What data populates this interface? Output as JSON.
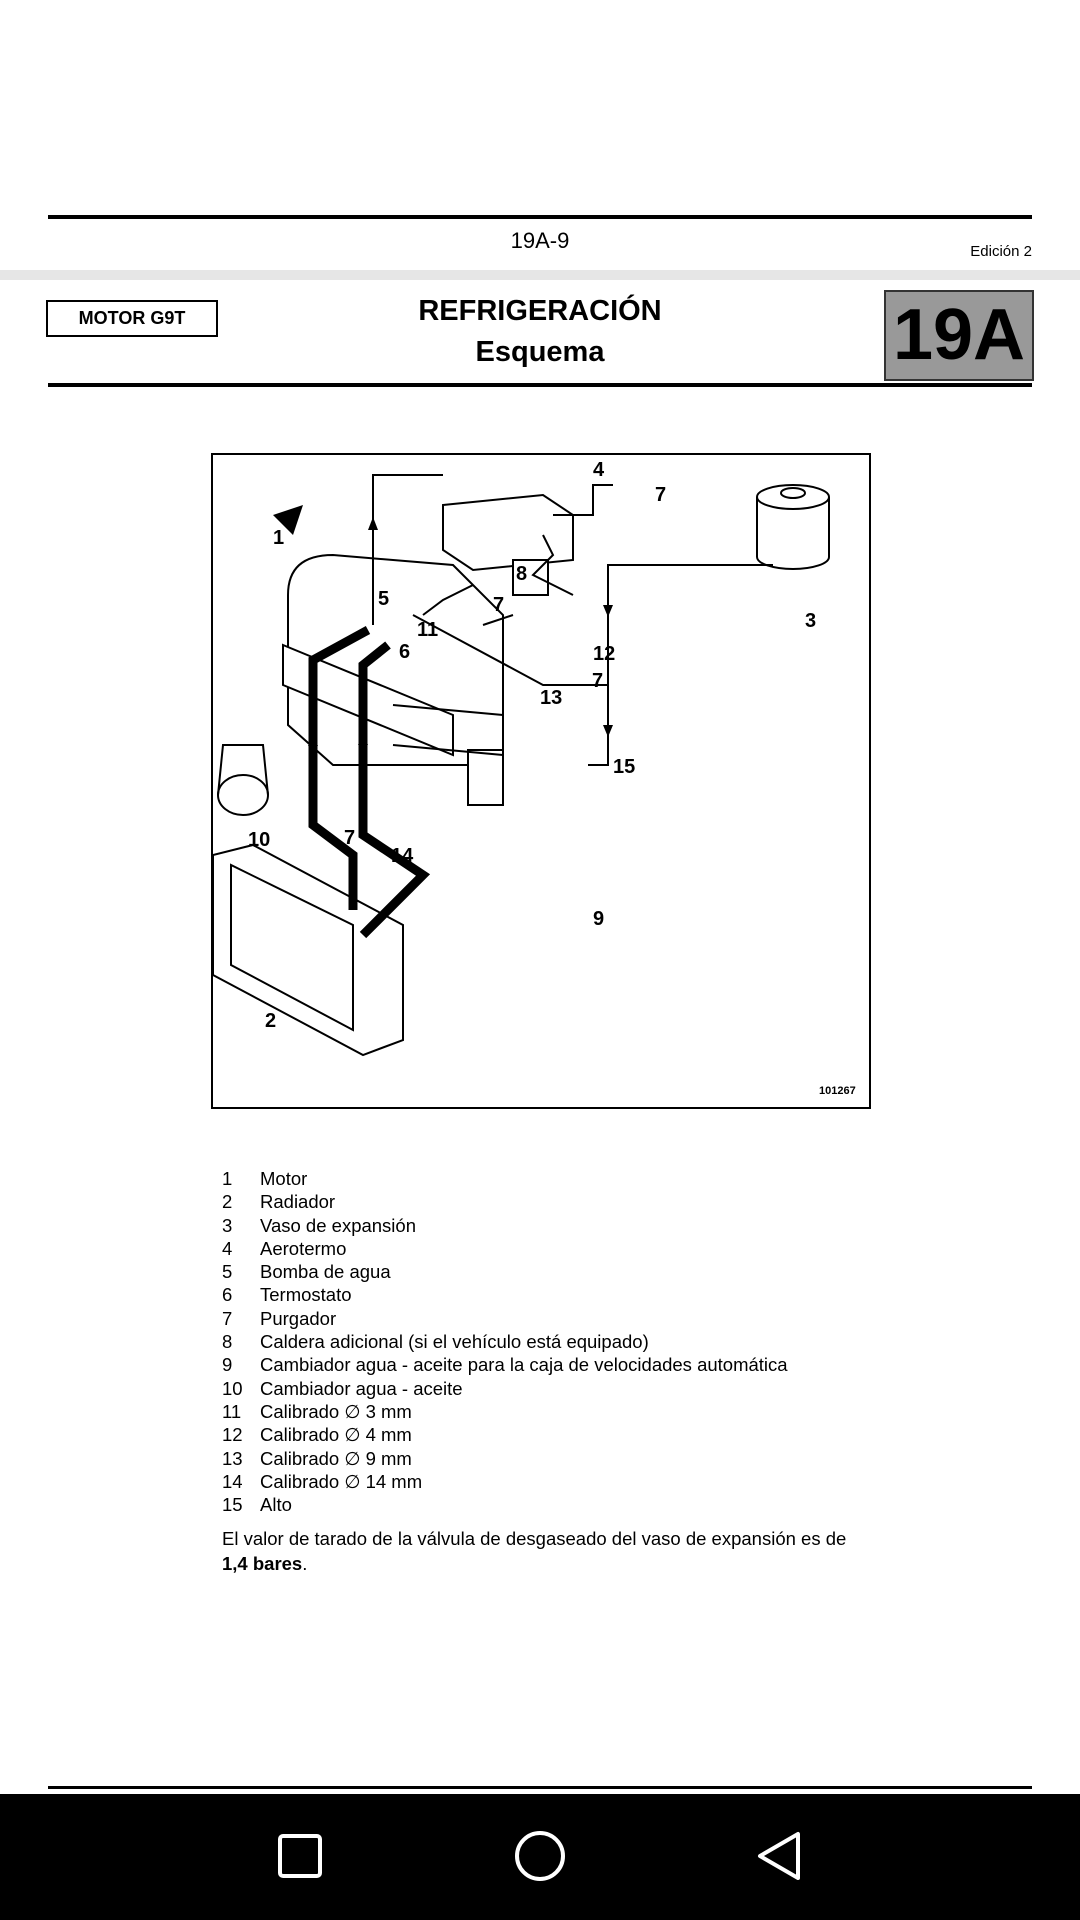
{
  "header": {
    "page_number": "19A-9",
    "edition": "Edición 2",
    "motor_label": "MOTOR G9T",
    "title": "REFRIGERACIÓN",
    "subtitle": "Esquema",
    "section_code": "19A"
  },
  "diagram": {
    "code": "101267",
    "callouts": [
      "1",
      "2",
      "3",
      "4",
      "5",
      "6",
      "7",
      "8",
      "9",
      "10",
      "11",
      "12",
      "13",
      "14",
      "15"
    ]
  },
  "legend": [
    {
      "num": "1",
      "label": "Motor"
    },
    {
      "num": "2",
      "label": "Radiador"
    },
    {
      "num": "3",
      "label": "Vaso de expansión"
    },
    {
      "num": "4",
      "label": "Aerotermo"
    },
    {
      "num": "5",
      "label": "Bomba de agua"
    },
    {
      "num": "6",
      "label": "Termostato"
    },
    {
      "num": "7",
      "label": "Purgador"
    },
    {
      "num": "8",
      "label": "Caldera adicional (si el vehículo está equipado)"
    },
    {
      "num": "9",
      "label": "Cambiador agua - aceite para la caja de velocidades automática"
    },
    {
      "num": "10",
      "label": "Cambiador agua - aceite"
    },
    {
      "num": "11",
      "label": "Calibrado ∅ 3 mm"
    },
    {
      "num": "12",
      "label": "Calibrado ∅ 4 mm"
    },
    {
      "num": "13",
      "label": "Calibrado ∅ 9 mm"
    },
    {
      "num": "14",
      "label": "Calibrado ∅ 14 mm"
    },
    {
      "num": "15",
      "label": "Alto"
    }
  ],
  "note": {
    "text": "El valor de tarado de la válvula de desgaseado del vaso de expansión es de ",
    "value": "1,4 bares",
    "end": "."
  },
  "navbar": {
    "icons": [
      "square-recents-icon",
      "circle-home-icon",
      "triangle-back-icon"
    ]
  }
}
